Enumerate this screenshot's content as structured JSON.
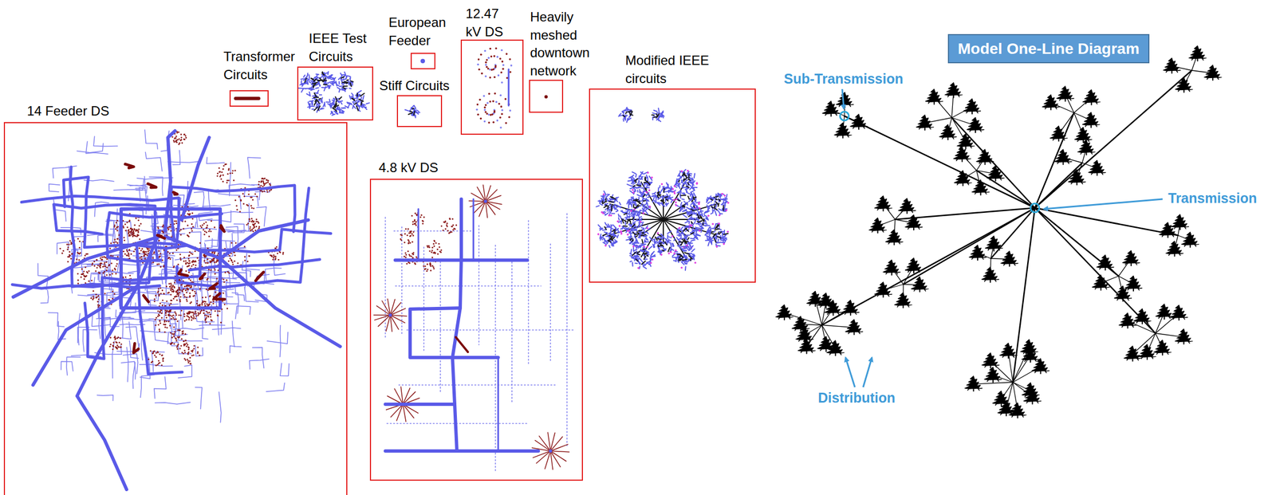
{
  "diagram": {
    "nodes": [
      {
        "text": [
          "Transformer Circuits"
        ]
      },
      {
        "text": [
          "IEEE Test Circuits"
        ]
      },
      {
        "text": [
          "European Feeder"
        ]
      },
      {
        "text": [
          "12.47 kV DS"
        ]
      },
      {
        "text": [
          "Heavily meshed downtown network"
        ]
      },
      {
        "text": [
          "Stiff Circuits"
        ]
      },
      {
        "text": [
          "14 Feeder DS"
        ]
      },
      {
        "text": [
          "4.8 kV DS"
        ]
      },
      {
        "text": [
          "Modified IEEE circuits"
        ]
      },
      {
        "text": [
          "Model One-Line Diagram"
        ]
      }
    ],
    "labels": [
      "Sub-Transmission",
      "Transmission",
      "Distribution"
    ]
  }
}
